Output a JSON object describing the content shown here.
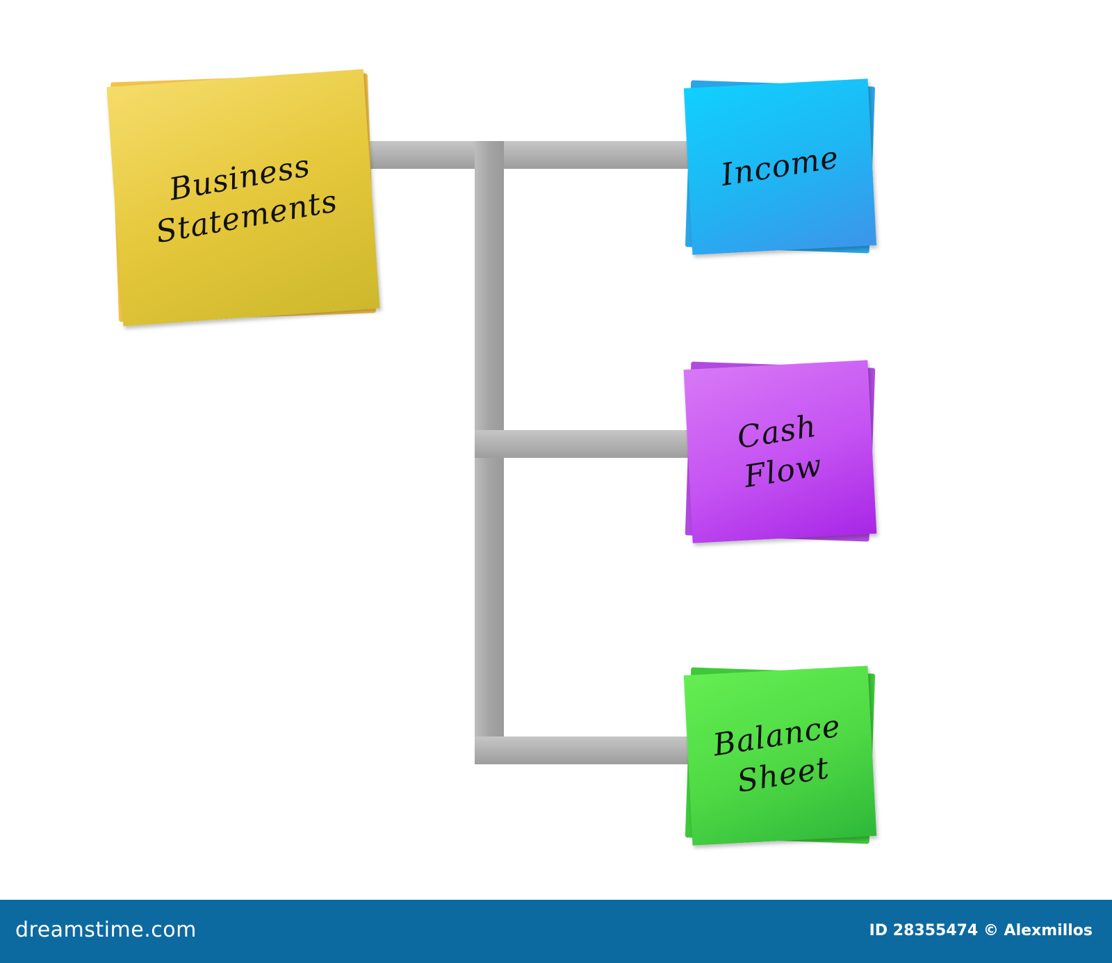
{
  "diagram": {
    "root": {
      "label": "Business\nStatements",
      "color": "#e6c83c"
    },
    "children": [
      {
        "label": "Income",
        "color": "#20b4f3"
      },
      {
        "label": "Cash\nFlow",
        "color": "#c452f2"
      },
      {
        "label": "Balance\nSheet",
        "color": "#4ed844"
      }
    ],
    "connector_color": "#a8a8a8"
  },
  "footer": {
    "site": "dreamstime.com",
    "credit": "ID 28355474 © Alexmillos",
    "background": "#0d6aa0"
  }
}
